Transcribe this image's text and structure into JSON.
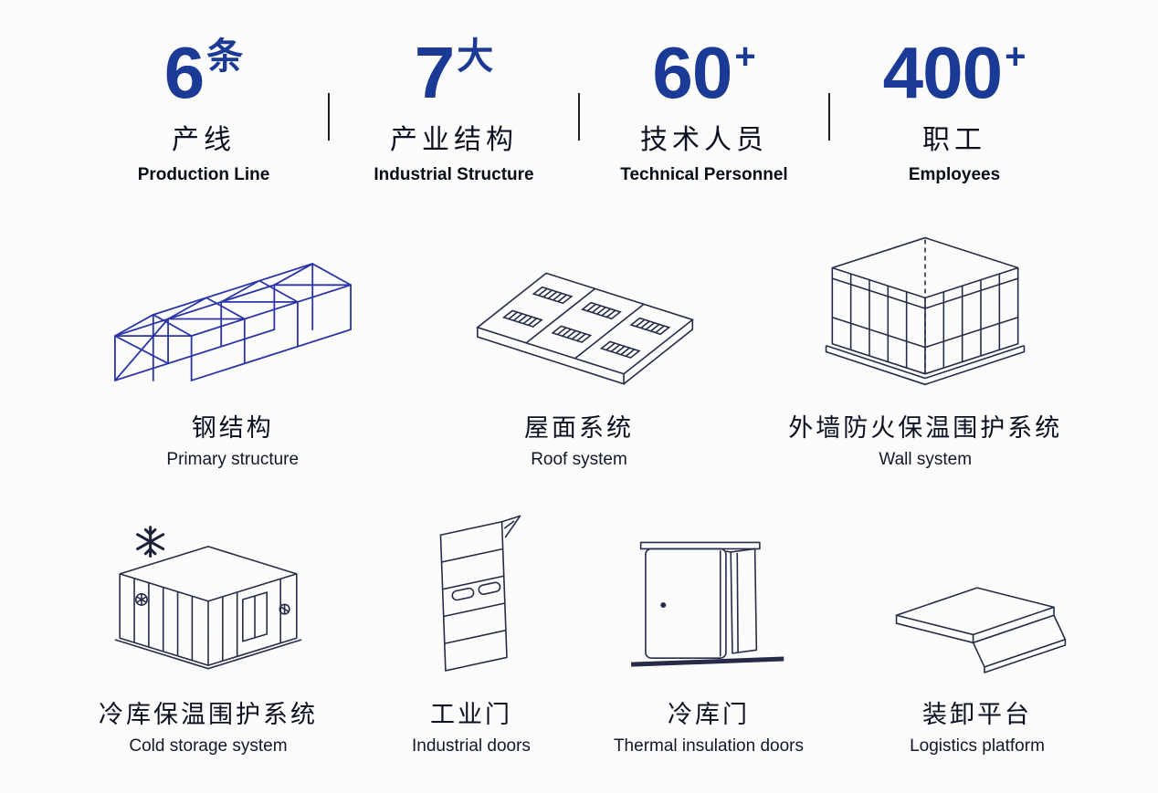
{
  "colors": {
    "accent_blue": "#1b3a96",
    "ink": "#262c48",
    "steel_blue": "#2b35a8"
  },
  "stats": [
    {
      "value": "6",
      "unit": "条",
      "label_cn": "产线",
      "label_en": "Production Line"
    },
    {
      "value": "7",
      "unit": "大",
      "label_cn": "产业结构",
      "label_en": "Industrial Structure"
    },
    {
      "value": "60",
      "unit": "+",
      "label_cn": "技术人员",
      "label_en": "Technical Personnel"
    },
    {
      "value": "400",
      "unit": "+",
      "label_cn": "职工",
      "label_en": "Employees"
    }
  ],
  "products": [
    {
      "icon": "steel-structure-icon",
      "label_cn": "钢结构",
      "label_en": "Primary structure"
    },
    {
      "icon": "roof-system-icon",
      "label_cn": "屋面系统",
      "label_en": "Roof system"
    },
    {
      "icon": "wall-system-icon",
      "label_cn": "外墙防火保温围护系统",
      "label_en": "Wall system"
    },
    {
      "icon": "cold-storage-icon",
      "label_cn": "冷库保温围护系统",
      "label_en": "Cold storage system"
    },
    {
      "icon": "industrial-door-icon",
      "label_cn": "工业门",
      "label_en": "Industrial doors"
    },
    {
      "icon": "thermal-door-icon",
      "label_cn": "冷库门",
      "label_en": "Thermal insulation doors"
    },
    {
      "icon": "loading-platform-icon",
      "label_cn": "装卸平台",
      "label_en": "Logistics platform"
    }
  ]
}
